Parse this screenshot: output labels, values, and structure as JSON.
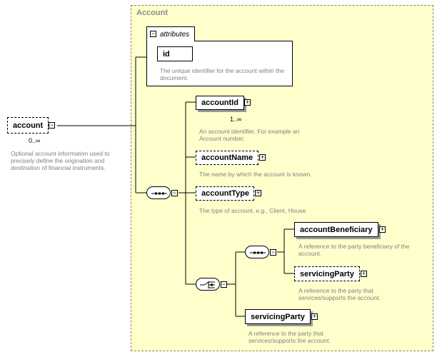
{
  "root": {
    "label": "account",
    "occurrence": "0..∞",
    "description": "Optional account information used to precisely define the origination and destination of financial instruments."
  },
  "complex_type": {
    "title": "Account"
  },
  "attributes": {
    "tab_label": "attributes",
    "items": [
      {
        "label": "id",
        "description": "The unique identifier for the account within the document."
      }
    ]
  },
  "elements": {
    "accountId": {
      "label": "accountId",
      "occurrence": "1..∞",
      "description": "An account identifier. For example an Account number."
    },
    "accountName": {
      "label": "accountName",
      "description": "The name by which the account is known."
    },
    "accountType": {
      "label": "accountType",
      "description": "The type of account. e.g., Client, House"
    },
    "accountBeneficiary": {
      "label": "accountBeneficiary",
      "description": "A reference to the party beneficiary of the account."
    },
    "servicingParty1": {
      "label": "servicingParty",
      "description": "A reference to the party that services/supports the account."
    },
    "servicingParty2": {
      "label": "servicingParty",
      "description": "A reference to the party that services/supports the account."
    }
  },
  "icons": {
    "expand": "plus-icon",
    "collapse": "minus-icon",
    "sequence": "sequence-compositor-icon",
    "choice": "choice-compositor-icon"
  }
}
